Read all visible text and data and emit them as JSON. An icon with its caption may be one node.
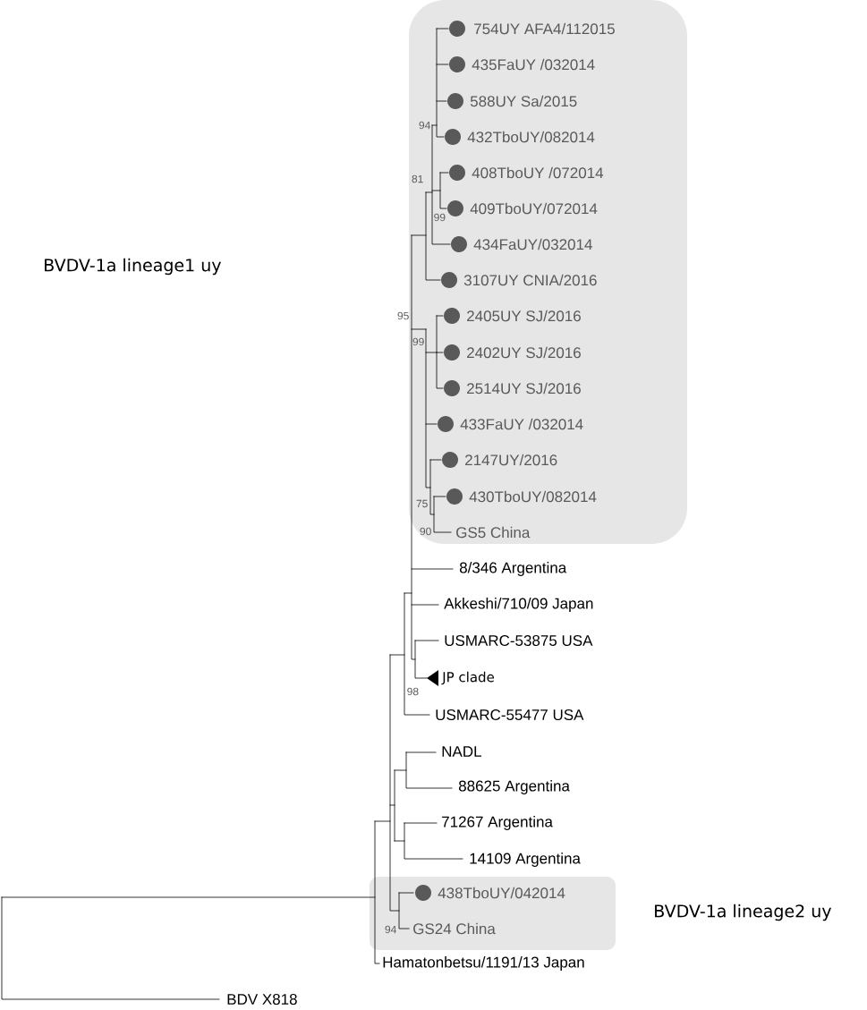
{
  "diagram": {
    "nodes": [
      {
        "text": [],
        "shape": "box"
      },
      {
        "text": [
          "754UY AFA4/112015"
        ],
        "in": 0
      },
      {
        "text": [
          "435FaUY /032014"
        ],
        "in": 0
      },
      {
        "text": [
          "588UY Sa/2015"
        ],
        "in": 0
      },
      {
        "text": [
          "432TboUY/082014"
        ],
        "in": 0
      },
      {
        "text": [
          "408TboUY /072014"
        ],
        "in": 0
      },
      {
        "text": [
          "409TboUY/072014"
        ],
        "in": 0
      },
      {
        "text": [
          "434FaUY/032014"
        ],
        "in": 0
      },
      {
        "text": [
          "3107UY CNIA/2016"
        ],
        "in": 0
      },
      {
        "text": [
          "2405UY SJ/2016"
        ],
        "in": 0
      },
      {
        "text": [
          "2402UY SJ/2016"
        ],
        "in": 0
      },
      {
        "text": [
          "2514UY SJ/2016"
        ],
        "in": 0
      },
      {
        "text": [
          "433FaUY /032014"
        ],
        "in": 0
      },
      {
        "text": [
          "2147UY/2016"
        ],
        "in": 0
      },
      {
        "text": [
          "430TboUY/082014"
        ],
        "in": 0
      },
      {
        "text": [
          "GS5 China"
        ],
        "in": 0
      },
      {
        "text": [
          "8/346 Argentina"
        ]
      },
      {
        "text": [
          "Akkeshi/710/09 Japan"
        ]
      },
      {
        "text": [
          "USMARC-53875 USA"
        ]
      },
      {
        "text": [
          "JP clade"
        ]
      },
      {
        "text": [
          "USMARC-55477 USA"
        ]
      },
      {
        "text": [
          "NADL"
        ]
      },
      {
        "text": [
          "88625 Argentina"
        ]
      },
      {
        "text": [
          "71267 Argentina"
        ]
      },
      {
        "text": [
          "14109 Argentina"
        ]
      },
      {
        "text": [],
        "shape": "box"
      },
      {
        "text": [
          "438TboUY/042014"
        ],
        "in": 25
      },
      {
        "text": [
          "GS24 China"
        ],
        "in": 25
      },
      {
        "text": [
          "Hamatonbetsu/1191/13 Japan"
        ]
      },
      {
        "text": [
          "BDV X818"
        ]
      }
    ],
    "labels": [
      "94",
      "81",
      "99",
      "BVDV-1a lineage1 uy",
      "95",
      "99",
      "75",
      "90",
      "98",
      "BVDV-1a lineage2 uy",
      "94"
    ]
  }
}
